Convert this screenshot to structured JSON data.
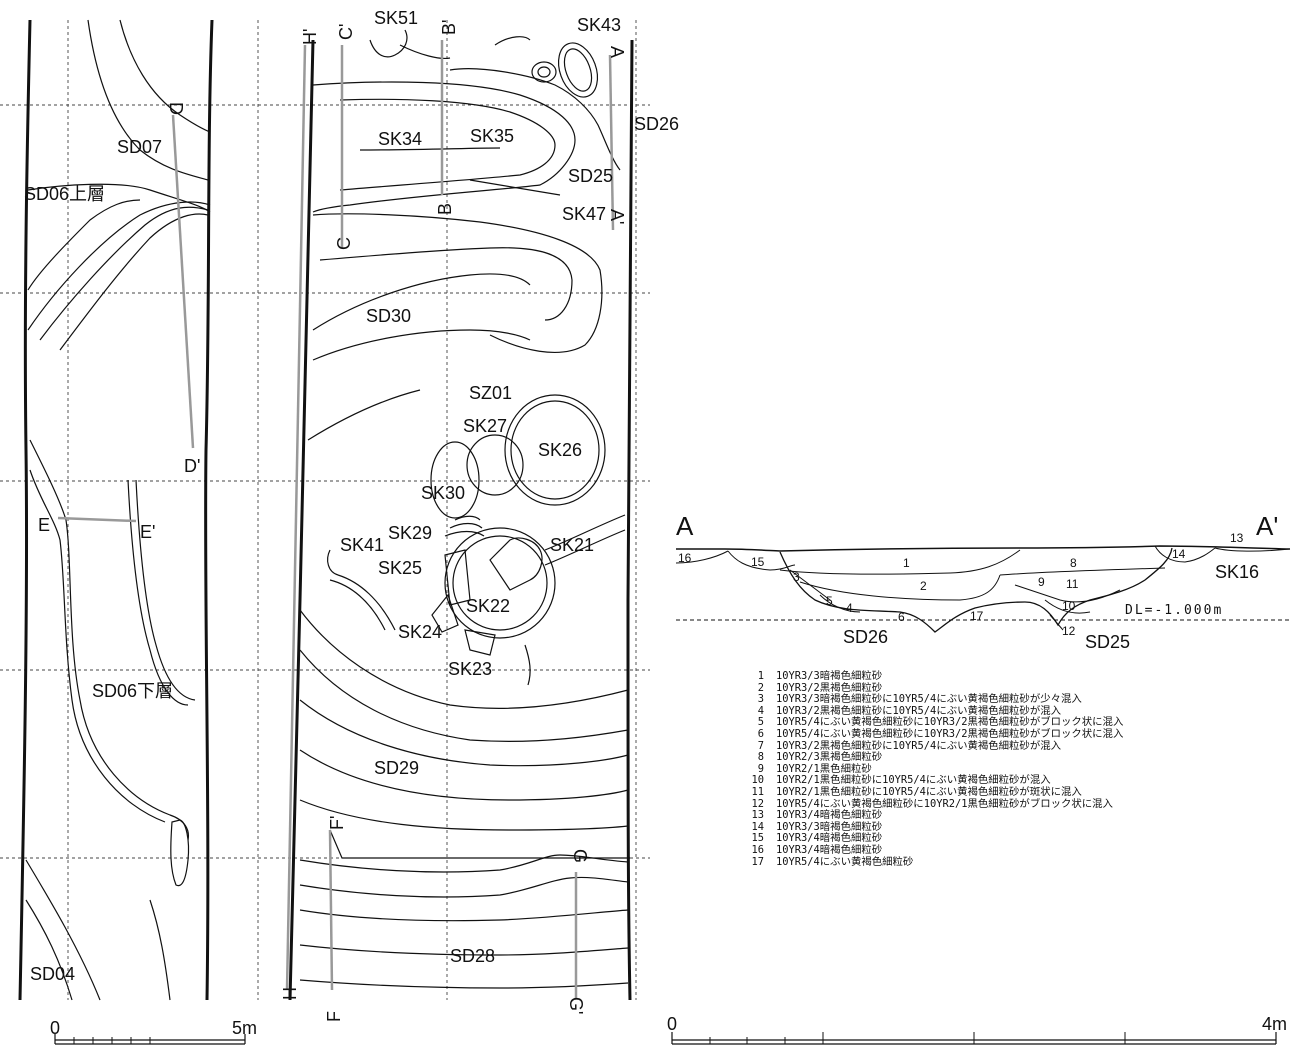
{
  "plan_labels": {
    "sd07": "SD07",
    "sd06_upper": "SD06上層",
    "sd06_lower": "SD06下層",
    "sd04": "SD04",
    "sk51": "SK51",
    "sk43": "SK43",
    "sd26": "SD26",
    "sk34": "SK34",
    "sk35": "SK35",
    "sd25": "SD25",
    "sk47": "SK47",
    "sd30": "SD30",
    "sz01": "SZ01",
    "sk27": "SK27",
    "sk26": "SK26",
    "sk30": "SK30",
    "sk29": "SK29",
    "sk41": "SK41",
    "sk21": "SK21",
    "sk25": "SK25",
    "sk22": "SK22",
    "sk24": "SK24",
    "sk23": "SK23",
    "sd29": "SD29",
    "sd28": "SD28"
  },
  "section_lines": {
    "d": "D",
    "d_prime": "D'",
    "e": "E",
    "e_prime": "E'",
    "h": "H",
    "h_prime": "H'",
    "c": "C",
    "c_prime": "C'",
    "b": "B",
    "b_prime": "B'",
    "a_plan": "A",
    "a_prime_plan": "A'",
    "f": "F",
    "f_prime": "F'",
    "g": "G",
    "g_prime": "G'"
  },
  "scale_plan": {
    "start": "0",
    "end": "5m"
  },
  "scale_section": {
    "start": "0",
    "end": "4m"
  },
  "section": {
    "left_point": "A",
    "right_point": "A'",
    "datum": "DL=-1.000m",
    "features": [
      "SK16",
      "SD26",
      "SD25"
    ],
    "layer_numbers": [
      "1",
      "2",
      "3",
      "4",
      "5",
      "6",
      "8",
      "9",
      "10",
      "11",
      "12",
      "13",
      "14",
      "15",
      "16",
      "17"
    ]
  },
  "legend": [
    {
      "no": "1",
      "text": "10YR3/3暗褐色細粒砂"
    },
    {
      "no": "2",
      "text": "10YR3/2黒褐色細粒砂"
    },
    {
      "no": "3",
      "text": "10YR3/3暗褐色細粒砂に10YR5/4にぶい黄褐色細粒砂が少々混入"
    },
    {
      "no": "4",
      "text": "10YR3/2黒褐色細粒砂に10YR5/4にぶい黄褐色細粒砂が混入"
    },
    {
      "no": "5",
      "text": "10YR5/4にぶい黄褐色細粒砂に10YR3/2黒褐色細粒砂がブロック状に混入"
    },
    {
      "no": "6",
      "text": "10YR5/4にぶい黄褐色細粒砂に10YR3/2黒褐色細粒砂がブロック状に混入"
    },
    {
      "no": "7",
      "text": "10YR3/2黒褐色細粒砂に10YR5/4にぶい黄褐色細粒砂が混入"
    },
    {
      "no": "8",
      "text": "10YR2/3黒褐色細粒砂"
    },
    {
      "no": "9",
      "text": "10YR2/1黒色細粒砂"
    },
    {
      "no": "10",
      "text": "10YR2/1黒色細粒砂に10YR5/4にぶい黄褐色細粒砂が混入"
    },
    {
      "no": "11",
      "text": "10YR2/1黒色細粒砂に10YR5/4にぶい黄褐色細粒砂が斑状に混入"
    },
    {
      "no": "12",
      "text": "10YR5/4にぶい黄褐色細粒砂に10YR2/1黒色細粒砂がブロック状に混入"
    },
    {
      "no": "13",
      "text": "10YR3/4暗褐色細粒砂"
    },
    {
      "no": "14",
      "text": "10YR3/3暗褐色細粒砂"
    },
    {
      "no": "15",
      "text": "10YR3/4暗褐色細粒砂"
    },
    {
      "no": "16",
      "text": "10YR3/4暗褐色細粒砂"
    },
    {
      "no": "17",
      "text": "10YR5/4にぶい黄褐色細粒砂"
    }
  ]
}
